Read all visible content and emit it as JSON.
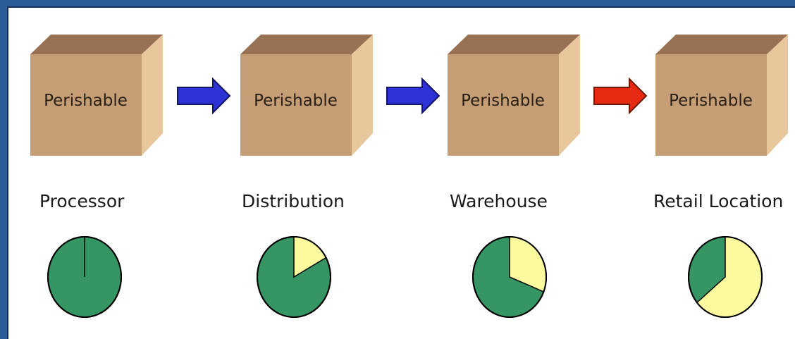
{
  "colors": {
    "frame": "#2c5d98",
    "box_front": "#c59e76",
    "box_top": "#987252",
    "box_side": "#e8c79c",
    "arrow_blue": "#2f33d6",
    "arrow_red": "#e62b12",
    "pie_green": "#359563",
    "pie_yellow": "#fbfa9f"
  },
  "stages": [
    {
      "box_label": "Perishable",
      "name": "Processor",
      "yellow_fraction": 0.0
    },
    {
      "box_label": "Perishable",
      "name": "Distribution",
      "yellow_fraction": 0.17
    },
    {
      "box_label": "Perishable",
      "name": "Warehouse",
      "yellow_fraction": 0.31
    },
    {
      "box_label": "Perishable",
      "name": "Retail Location",
      "yellow_fraction": 0.64
    }
  ],
  "arrows": [
    {
      "color": "blue"
    },
    {
      "color": "blue"
    },
    {
      "color": "red"
    }
  ]
}
